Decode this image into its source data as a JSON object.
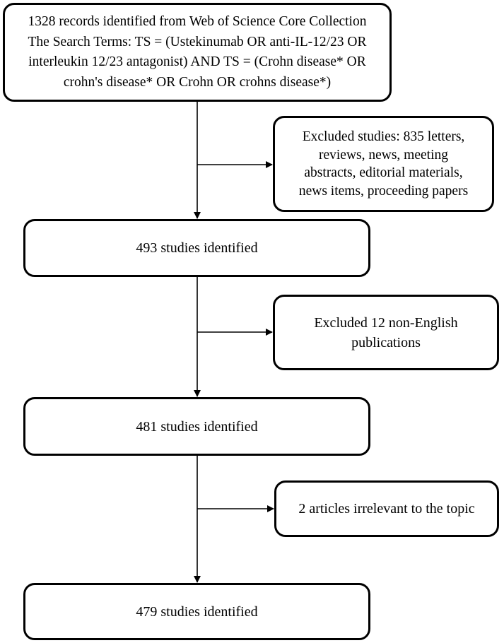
{
  "flowchart": {
    "search_box": "1328 records identified from Web of Science Core Collection\nThe Search Terms: TS = (Ustekinumab OR anti-IL-12/23 OR\ninterleukin 12/23 antagonist) AND TS = (Crohn disease* OR\ncrohn's disease* OR Crohn OR crohns disease*)",
    "exclusion_1": "Excluded studies: 835 letters,\nreviews, news, meeting\nabstracts, editorial materials,\nnews items, proceeding papers",
    "step_1": "493 studies identified",
    "exclusion_2": "Excluded 12 non-English\npublications",
    "step_2": "481 studies identified",
    "exclusion_3": "2 articles irrelevant to the topic",
    "step_3": "479 studies identified"
  },
  "colors": {
    "stroke": "#000000",
    "background": "#ffffff"
  }
}
